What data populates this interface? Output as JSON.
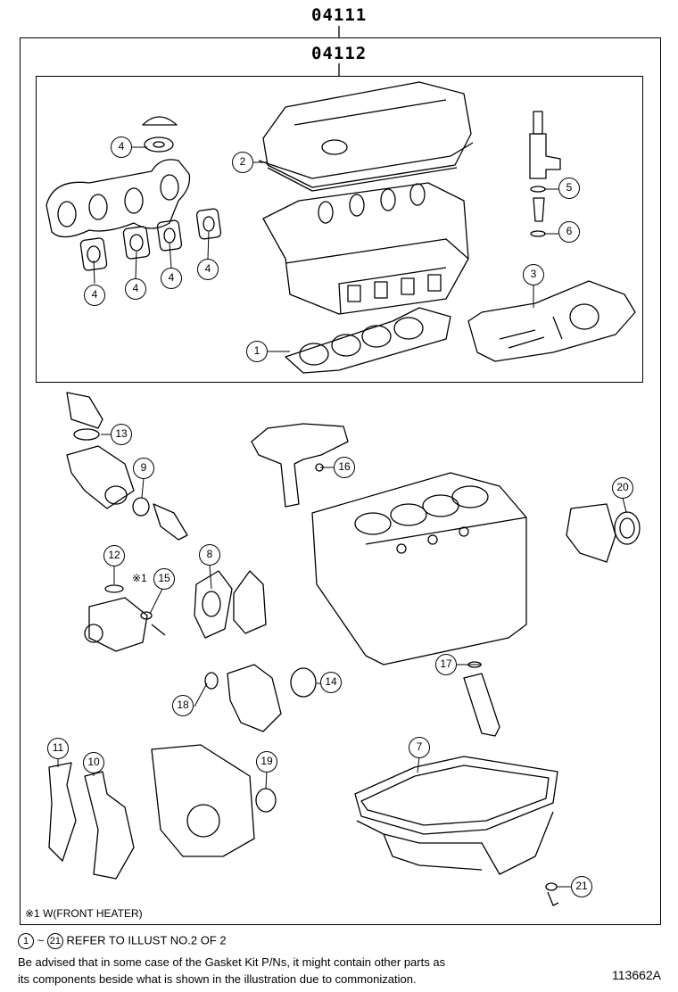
{
  "header": {
    "outer_code": "04111",
    "inner_code": "04112"
  },
  "callouts": [
    "1",
    "2",
    "3",
    "4",
    "4",
    "4",
    "4",
    "4",
    "5",
    "6",
    "7",
    "8",
    "9",
    "10",
    "11",
    "12",
    "13",
    "14",
    "15",
    "16",
    "17",
    "18",
    "19",
    "20",
    "21"
  ],
  "footnote_mark": "※1",
  "notes": {
    "front_heater": "※1 W(FRONT HEATER)",
    "range_from": "1",
    "range_sep": "~",
    "range_to": "21",
    "refer": "REFER TO ILLUST NO.2 OF 2",
    "advice_line1": "Be advised that in some case of the Gasket Kit P/Ns, it might contain other parts as",
    "advice_line2": "its components beside what is shown in the illustration due to commonization."
  },
  "illustration_id": "113662A"
}
